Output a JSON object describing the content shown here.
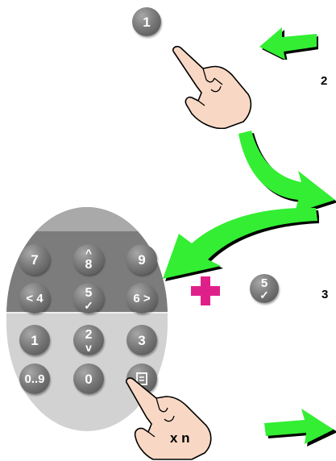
{
  "step_1_key": "1",
  "steps": {
    "step2": "2",
    "step3": "3"
  },
  "keypad": {
    "k7": "7",
    "k8": "8",
    "k9": "9",
    "k4": "< 4",
    "k5": "5",
    "k6": "6 >",
    "k1": "1",
    "k2": "2",
    "k3": "3",
    "k09": "0..9",
    "k0": "0",
    "up_arrow": "^",
    "down_arrow": "v",
    "check": "✓"
  },
  "confirm_key": "5",
  "repeat_label": "x n",
  "colors": {
    "arrow_green": "#33ee33",
    "plus_magenta": "#e0208a",
    "skin": "#f8d8c4",
    "key_gray": "#777777",
    "keypad_dark": "#7c7c7c",
    "keypad_light": "#d2d2d2"
  },
  "icons": [
    "green-arrow-icon",
    "pointing-hand-icon",
    "plus-icon",
    "check-icon"
  ]
}
